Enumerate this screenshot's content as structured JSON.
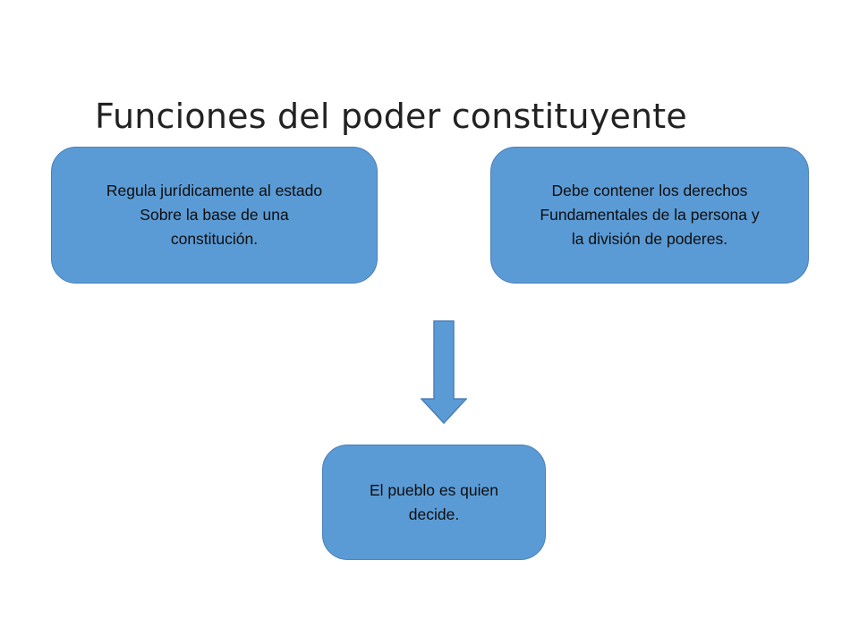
{
  "title": "Funciones del poder constituyente",
  "boxes": {
    "left": {
      "lines": [
        "Regula jurídicamente al estado",
        "Sobre la base de una",
        "constitución."
      ]
    },
    "right": {
      "lines": [
        "Debe contener los derechos",
        "Fundamentales de la persona y",
        "la división de poderes."
      ]
    },
    "bottom": {
      "lines": [
        "El pueblo es quien",
        "decide."
      ]
    }
  },
  "colors": {
    "box_fill": "#5b9bd5",
    "box_border": "#4a7fb8",
    "arrow_fill": "#5b9bd5",
    "arrow_stroke": "#4a7fb8",
    "title_text": "#222222",
    "box_text": "#0d0d0d"
  },
  "icons": {
    "arrow": "down-arrow-icon"
  }
}
